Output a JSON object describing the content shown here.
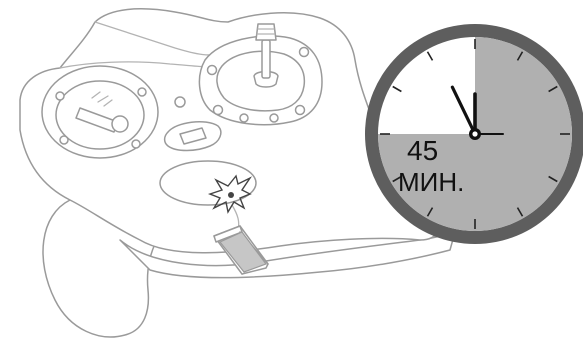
{
  "timer": {
    "minutes_value": "45",
    "minutes_unit": "МИН.",
    "elapsed_fraction": 0.75,
    "colors": {
      "rim": "#5e5e5e",
      "face": "#ffffff",
      "elapsed_sector": "#b0b0b0",
      "hands": "#111111"
    }
  },
  "illustration": {
    "subject": "rc-transmitter-controller-icon",
    "line_color": "#9a9a9a",
    "spark_color": "#444444",
    "battery_color": "#c6c6c6"
  }
}
